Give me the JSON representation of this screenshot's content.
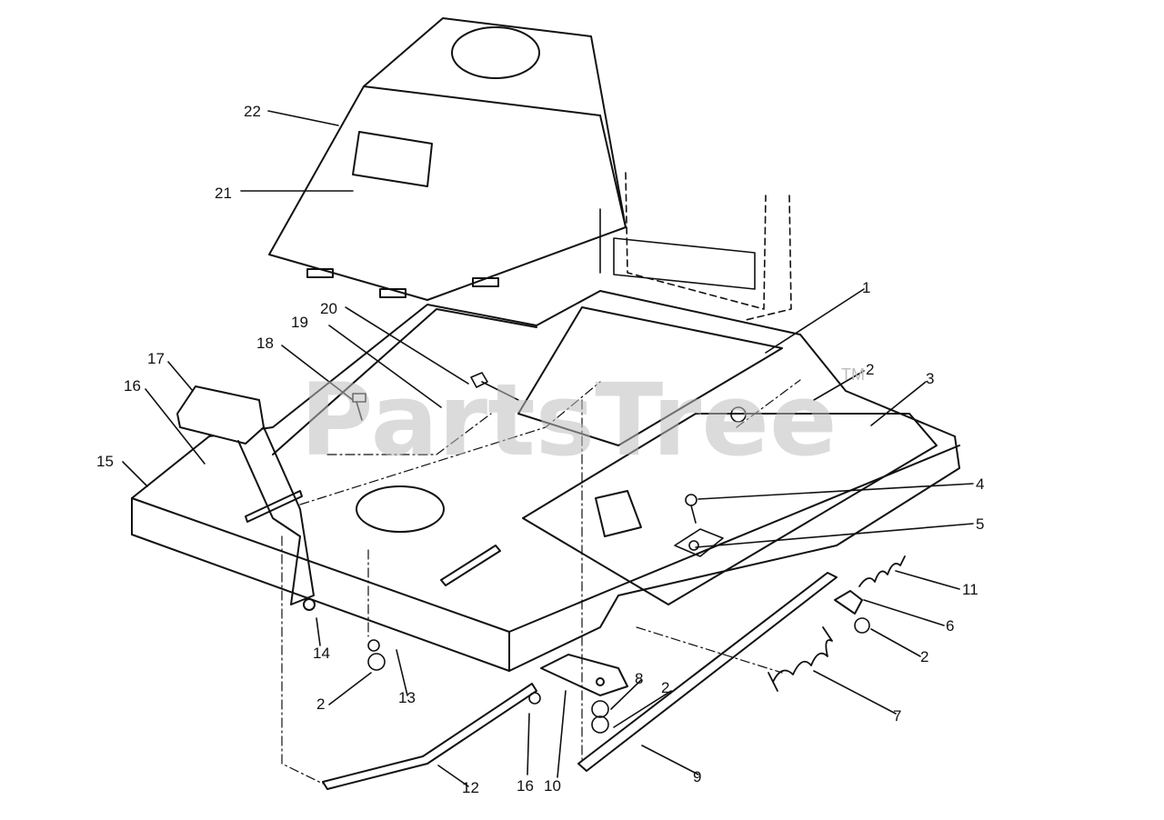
{
  "watermark": {
    "text": "PartsTree",
    "trademark": "TM"
  },
  "callouts": [
    {
      "id": "c22",
      "label": "22"
    },
    {
      "id": "c21",
      "label": "21"
    },
    {
      "id": "c20",
      "label": "20"
    },
    {
      "id": "c19",
      "label": "19"
    },
    {
      "id": "c18",
      "label": "18"
    },
    {
      "id": "c17",
      "label": "17"
    },
    {
      "id": "c16a",
      "label": "16"
    },
    {
      "id": "c15",
      "label": "15"
    },
    {
      "id": "c1",
      "label": "1"
    },
    {
      "id": "c2a",
      "label": "2"
    },
    {
      "id": "c3",
      "label": "3"
    },
    {
      "id": "c4",
      "label": "4"
    },
    {
      "id": "c5",
      "label": "5"
    },
    {
      "id": "c11",
      "label": "11"
    },
    {
      "id": "c6",
      "label": "6"
    },
    {
      "id": "c2b",
      "label": "2"
    },
    {
      "id": "c7",
      "label": "7"
    },
    {
      "id": "c2c",
      "label": "2"
    },
    {
      "id": "c8",
      "label": "8"
    },
    {
      "id": "c9",
      "label": "9"
    },
    {
      "id": "c10",
      "label": "10"
    },
    {
      "id": "c16b",
      "label": "16"
    },
    {
      "id": "c12",
      "label": "12"
    },
    {
      "id": "c14",
      "label": "14"
    },
    {
      "id": "c13",
      "label": "13"
    },
    {
      "id": "c2d",
      "label": "2"
    }
  ]
}
